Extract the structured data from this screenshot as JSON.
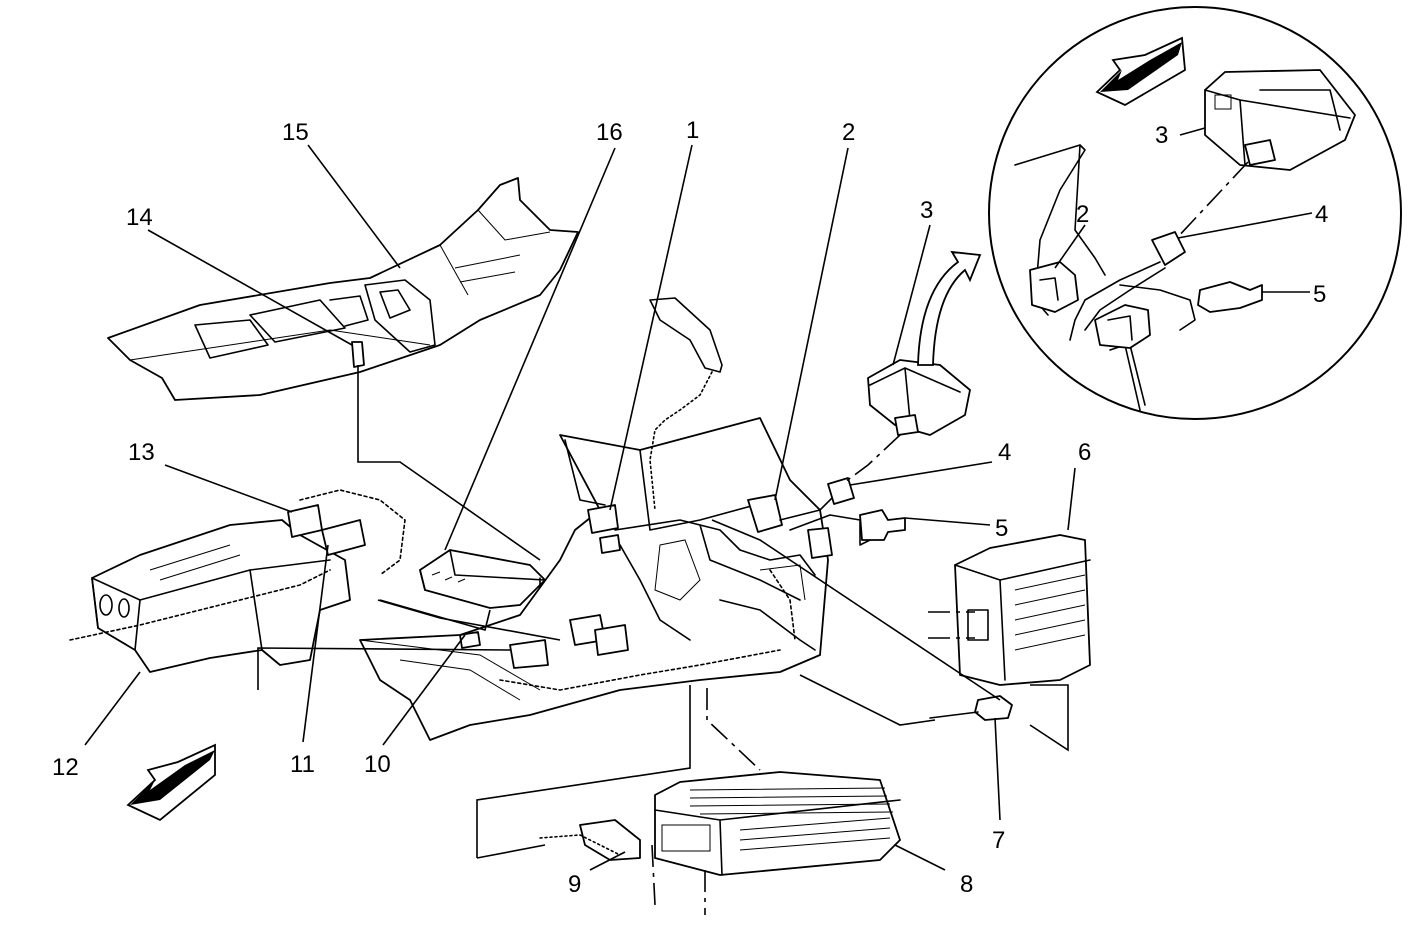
{
  "callouts": {
    "c1": "1",
    "c2": "2",
    "c3": "3",
    "c4": "4",
    "c5": "5",
    "c6": "6",
    "c7": "7",
    "c8": "8",
    "c9": "9",
    "c10": "10",
    "c11": "11",
    "c12": "12",
    "c13": "13",
    "c14": "14",
    "c15": "15",
    "c16": "16",
    "d2": "2",
    "d3": "3",
    "d4": "4",
    "d5": "5"
  },
  "icons": {
    "forward_arrow_main": "forward-direction-arrow-icon",
    "forward_arrow_detail": "forward-direction-arrow-icon",
    "detail_view_arrow": "curved-arrow-icon"
  }
}
